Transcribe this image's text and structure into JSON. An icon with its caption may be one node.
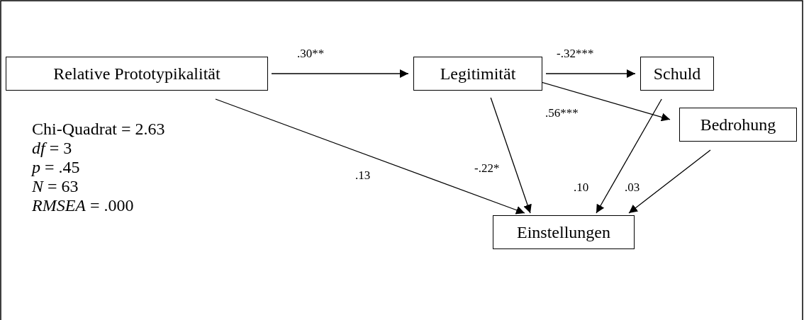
{
  "diagram": {
    "nodes": [
      {
        "text": [
          "Relative Prototypikalität"
        ]
      },
      {
        "text": [
          "Legitimität"
        ]
      },
      {
        "text": [
          "Schuld"
        ]
      },
      {
        "text": [
          "Bedrohung"
        ]
      },
      {
        "text": [
          "Einstellungen"
        ]
      }
    ],
    "edges": [
      {
        "from": 0,
        "to": 1,
        "arrow": "to",
        "label": ".30**"
      },
      {
        "from": 1,
        "to": 2,
        "arrow": "to",
        "label": "-.32***"
      },
      {
        "from": 1,
        "to": 3,
        "arrow": "to",
        "label": ".56***"
      },
      {
        "from": 0,
        "to": 4,
        "arrow": "to",
        "label": ".13"
      },
      {
        "from": 1,
        "to": 4,
        "arrow": "to",
        "label": "-.22*"
      },
      {
        "from": 2,
        "to": 4,
        "arrow": "to",
        "label": ".10"
      },
      {
        "from": 3,
        "to": 4,
        "arrow": "to",
        "label": ".03"
      }
    ],
    "labels": [
      "Chi-Quadrat = 2.63",
      "*df* = 3",
      "*p* = .45",
      "*N* = 63",
      "*RMSEA* = .000"
    ]
  }
}
